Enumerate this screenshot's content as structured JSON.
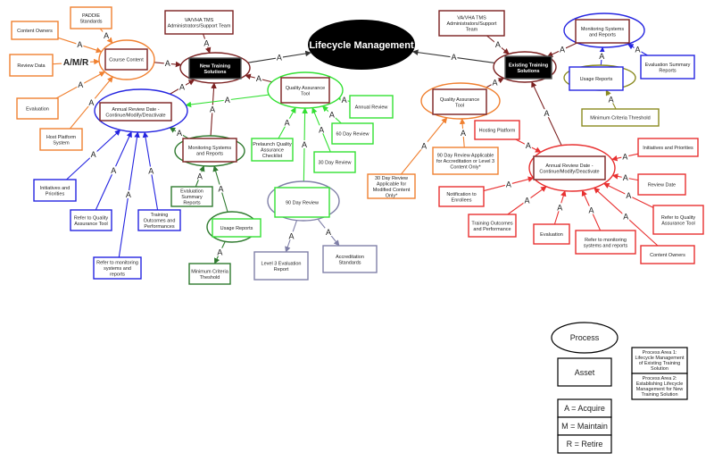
{
  "colors": {
    "orange": "#f08030",
    "maroon": "#7b2020",
    "blue": "#2424e0",
    "green": "#33e033",
    "darkgreen": "#2f7a2f",
    "slate": "#8080a8",
    "red": "#e83030",
    "olive": "#8a8a20",
    "dark": "#333333",
    "black": "#000000"
  },
  "nodes": [
    {
      "id": "lm",
      "lines": [
        "Lifecycle Management"
      ],
      "color": "black",
      "kind": "title"
    },
    {
      "id": "padd",
      "lines": [
        "PADDIE",
        "Standards"
      ],
      "color": "orange"
    },
    {
      "id": "co_l",
      "lines": [
        "Content Owners"
      ],
      "color": "orange"
    },
    {
      "id": "rd_l",
      "lines": [
        "Review Data"
      ],
      "color": "orange"
    },
    {
      "id": "eval_l",
      "lines": [
        "Evaluation"
      ],
      "color": "orange"
    },
    {
      "id": "hps",
      "lines": [
        "Host Platform",
        "System"
      ],
      "color": "orange"
    },
    {
      "id": "cc",
      "lines": [
        "Course Content"
      ],
      "color": "maroon",
      "ring": "orange"
    },
    {
      "id": "vha_l",
      "lines": [
        "VA/VHA TMS",
        "Administrators/Support Team"
      ],
      "color": "maroon"
    },
    {
      "id": "nts",
      "lines": [
        "New Training",
        "Solutions"
      ],
      "color": "black",
      "ring": "maroon",
      "kind": "inv"
    },
    {
      "id": "ard_l",
      "lines": [
        "Annual Review Date  -",
        "Continue/Modify/Deactivate"
      ],
      "color": "maroon",
      "ring": "blue"
    },
    {
      "id": "ip_l",
      "lines": [
        "Initiatives and",
        "Priorities"
      ],
      "color": "blue"
    },
    {
      "id": "rqa_l",
      "lines": [
        "Refer to Quality",
        "Assurance Tool"
      ],
      "color": "blue"
    },
    {
      "id": "rms_l",
      "lines": [
        "Refer to monitoring",
        "systems and",
        "reports"
      ],
      "color": "blue"
    },
    {
      "id": "toap",
      "lines": [
        "Training",
        "Outcomes and",
        "Performances"
      ],
      "color": "blue"
    },
    {
      "id": "msr_l",
      "lines": [
        "Monitoring Systems",
        "and Reports"
      ],
      "color": "maroon",
      "ring": "darkgreen"
    },
    {
      "id": "esr_l",
      "lines": [
        "Evaluation",
        "Summary",
        "Reports"
      ],
      "color": "darkgreen"
    },
    {
      "id": "ur_l",
      "lines": [
        "Usage Reports"
      ],
      "color": "green",
      "ring": "darkgreen"
    },
    {
      "id": "mct_l",
      "lines": [
        "Minimum Criteria",
        "Theshold"
      ],
      "color": "darkgreen"
    },
    {
      "id": "qa_l",
      "lines": [
        "Quality Assurance",
        "Tool"
      ],
      "color": "maroon",
      "ring": "green"
    },
    {
      "id": "ann_r",
      "lines": [
        "Annual Review"
      ],
      "color": "green"
    },
    {
      "id": "d60",
      "lines": [
        "60 Day Review"
      ],
      "color": "green"
    },
    {
      "id": "plqa",
      "lines": [
        "Prelaunch Quality",
        "Assurance",
        "Checklist"
      ],
      "color": "green"
    },
    {
      "id": "d30",
      "lines": [
        "30 Day  Review"
      ],
      "color": "green"
    },
    {
      "id": "d90",
      "lines": [
        "90 Day Review"
      ],
      "color": "green",
      "ring": "slate"
    },
    {
      "id": "l3",
      "lines": [
        "Level 3 Evaluation",
        "Report"
      ],
      "color": "slate"
    },
    {
      "id": "acc",
      "lines": [
        "Accreditation",
        "Standards"
      ],
      "color": "slate"
    },
    {
      "id": "vha_r",
      "lines": [
        "VA/VHA TMS",
        "Administrators/Support",
        "Team"
      ],
      "color": "maroon"
    },
    {
      "id": "ets",
      "lines": [
        "Existing Training",
        "Solutions"
      ],
      "color": "black",
      "ring": "maroon",
      "kind": "inv"
    },
    {
      "id": "msr_r",
      "lines": [
        "Monitoring Systems",
        "and Reports"
      ],
      "color": "maroon",
      "ring": "blue"
    },
    {
      "id": "esr_r",
      "lines": [
        "Evaluation Summary",
        "Reports"
      ],
      "color": "blue"
    },
    {
      "id": "ur_r",
      "lines": [
        "Usage Reports"
      ],
      "color": "blue",
      "ring": "olive"
    },
    {
      "id": "mct_r",
      "lines": [
        "Minimum Criteria Threshold"
      ],
      "color": "olive"
    },
    {
      "id": "qa_r",
      "lines": [
        "Quality Assurance",
        "Tool"
      ],
      "color": "maroon",
      "ring": "orange"
    },
    {
      "id": "hp",
      "lines": [
        "Hosting Platform"
      ],
      "color": "red"
    },
    {
      "id": "d90app",
      "lines": [
        "90 Day Review Applicable",
        "for Accreditation or Level 3",
        "Content Only*"
      ],
      "color": "orange"
    },
    {
      "id": "d30app",
      "lines": [
        "30 Day Review",
        "Applicable for",
        "Modified Content",
        "Only*"
      ],
      "color": "orange"
    },
    {
      "id": "ard_r",
      "lines": [
        "Annual Review Date  -",
        "Continue/Modify/Deactivate"
      ],
      "color": "maroon",
      "ring": "red"
    },
    {
      "id": "ip_r",
      "lines": [
        "Initiatives and Priorities"
      ],
      "color": "red"
    },
    {
      "id": "rd_r",
      "lines": [
        "Review Date"
      ],
      "color": "red"
    },
    {
      "id": "rqa_r",
      "lines": [
        "Refer to Quality",
        "Assurance Tool"
      ],
      "color": "red"
    },
    {
      "id": "co_r",
      "lines": [
        "Content Owners"
      ],
      "color": "red"
    },
    {
      "id": "nte",
      "lines": [
        "Notification to",
        "Enrollees"
      ],
      "color": "red"
    },
    {
      "id": "tofp",
      "lines": [
        "Training Outcomes",
        "and Performance"
      ],
      "color": "red"
    },
    {
      "id": "evalr",
      "lines": [
        "Evaluation"
      ],
      "color": "red"
    },
    {
      "id": "rms_r",
      "lines": [
        "Refer to monitoring",
        "systems and reports"
      ],
      "color": "red"
    }
  ],
  "edges": [
    {
      "from": "padd",
      "to": "cc",
      "label": "A",
      "color": "orange"
    },
    {
      "from": "co_l",
      "to": "cc",
      "label": "A",
      "color": "orange"
    },
    {
      "from": "rd_l",
      "to": "cc",
      "label": "A/M/R",
      "color": "orange"
    },
    {
      "from": "eval_l",
      "to": "cc",
      "label": "A",
      "color": "orange"
    },
    {
      "from": "hps",
      "to": "cc",
      "label": "A",
      "color": "orange"
    },
    {
      "from": "cc",
      "to": "nts",
      "label": "A",
      "color": "maroon"
    },
    {
      "from": "vha_l",
      "to": "nts",
      "label": "A",
      "color": "maroon"
    },
    {
      "from": "ard_l",
      "to": "nts",
      "label": "A",
      "color": "maroon"
    },
    {
      "from": "msr_l",
      "to": "nts",
      "label": "A",
      "color": "maroon"
    },
    {
      "from": "qa_l",
      "to": "nts",
      "label": "A",
      "color": "maroon"
    },
    {
      "from": "nts",
      "to": "lm",
      "label": "A",
      "color": "dark"
    },
    {
      "from": "qa_l",
      "to": "ard_l",
      "label": "A",
      "color": "green"
    },
    {
      "from": "msr_l",
      "to": "ard_l",
      "label": "A",
      "color": "darkgreen"
    },
    {
      "from": "ip_l",
      "to": "ard_l",
      "label": "A",
      "color": "blue"
    },
    {
      "from": "rqa_l",
      "to": "ard_l",
      "label": "A",
      "color": "blue"
    },
    {
      "from": "rms_l",
      "to": "ard_l",
      "label": "A",
      "color": "blue"
    },
    {
      "from": "toap",
      "to": "ard_l",
      "label": "A",
      "color": "blue"
    },
    {
      "from": "esr_l",
      "to": "msr_l",
      "label": "A",
      "color": "darkgreen"
    },
    {
      "from": "ur_l",
      "to": "msr_l",
      "label": "A",
      "color": "darkgreen"
    },
    {
      "from": "ur_l",
      "to": "mct_l",
      "label": "A",
      "color": "darkgreen"
    },
    {
      "from": "ann_r",
      "to": "qa_l",
      "label": "A",
      "color": "green"
    },
    {
      "from": "d60",
      "to": "qa_l",
      "label": "A",
      "color": "green"
    },
    {
      "from": "plqa",
      "to": "qa_l",
      "label": "A",
      "color": "green"
    },
    {
      "from": "d30",
      "to": "qa_l",
      "label": "A",
      "color": "green"
    },
    {
      "from": "d90",
      "to": "qa_l",
      "label": "A",
      "color": "green"
    },
    {
      "from": "d90",
      "to": "l3",
      "label": "A",
      "color": "slate"
    },
    {
      "from": "d90",
      "to": "acc",
      "label": "A",
      "color": "slate"
    },
    {
      "from": "ets",
      "to": "lm",
      "label": "A",
      "color": "dark"
    },
    {
      "from": "vha_r",
      "to": "ets",
      "label": "A",
      "color": "maroon"
    },
    {
      "from": "msr_r",
      "to": "ets",
      "label": "A",
      "color": "maroon"
    },
    {
      "from": "qa_r",
      "to": "ets",
      "label": "A",
      "color": "maroon"
    },
    {
      "from": "ard_r",
      "to": "ets",
      "label": "A",
      "color": "maroon"
    },
    {
      "from": "ur_r",
      "to": "msr_r",
      "label": "A",
      "color": "blue"
    },
    {
      "from": "esr_r",
      "to": "msr_r",
      "label": "A",
      "color": "blue"
    },
    {
      "from": "mct_r",
      "to": "ur_r",
      "label": "A",
      "color": "olive"
    },
    {
      "from": "d30app",
      "to": "qa_r",
      "label": "A",
      "color": "orange"
    },
    {
      "from": "d90app",
      "to": "qa_r",
      "label": "A",
      "color": "orange"
    },
    {
      "from": "hp",
      "to": "ard_r",
      "label": "A",
      "color": "red"
    },
    {
      "from": "ip_r",
      "to": "ard_r",
      "label": "A",
      "color": "red"
    },
    {
      "from": "rd_r",
      "to": "ard_r",
      "label": "A",
      "color": "red"
    },
    {
      "from": "rqa_r",
      "to": "ard_r",
      "label": "A",
      "color": "red"
    },
    {
      "from": "co_r",
      "to": "ard_r",
      "label": "A",
      "color": "red"
    },
    {
      "from": "nte",
      "to": "ard_r",
      "label": "A",
      "color": "red"
    },
    {
      "from": "tofp",
      "to": "ard_r",
      "label": "A",
      "color": "red"
    },
    {
      "from": "evalr",
      "to": "ard_r",
      "label": "A",
      "color": "red"
    },
    {
      "from": "rms_r",
      "to": "ard_r",
      "label": "A",
      "color": "red"
    }
  ],
  "legend": {
    "process": "Process",
    "asset": "Asset",
    "codes": [
      "A = Acquire",
      "M = Maintain",
      "R = Retire"
    ],
    "process_areas": [
      [
        "Process Area 1:",
        "Lifecycle Management",
        "of Existing Training",
        "Solution"
      ],
      [
        "Process Area 2:",
        "Establishing Lifecycle",
        "Management for New",
        "Training Solution"
      ]
    ]
  }
}
